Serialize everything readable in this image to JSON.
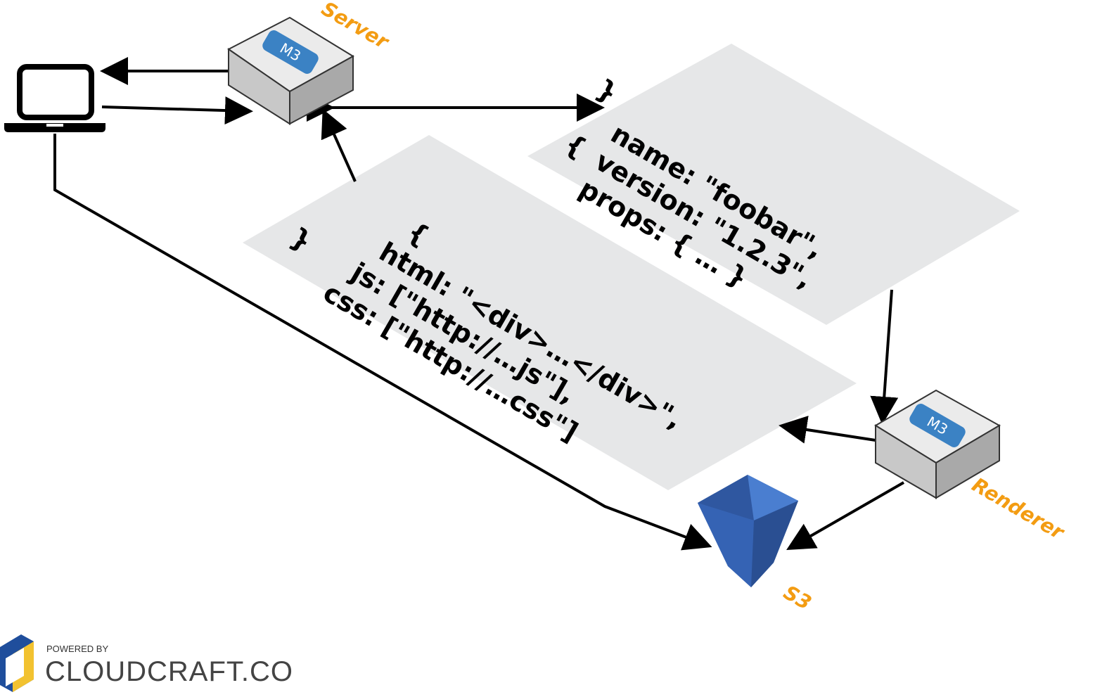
{
  "nodes": {
    "server": {
      "label": "Server",
      "chip": "M3"
    },
    "renderer": {
      "label": "Renderer",
      "chip": "M3"
    },
    "s3": {
      "label": "S3"
    }
  },
  "request_card": {
    "lines": [
      "{",
      "name: \"foobar\",",
      "version: \"1.2.3\",",
      "props: { … }",
      "}"
    ]
  },
  "response_card": {
    "lines": [
      "{",
      "html: \"<div>…</div>\",",
      "js: [\"http://…js\"],",
      "css: [\"http://…css\"]",
      "}"
    ]
  },
  "branding": {
    "powered": "POWERED BY",
    "name": "CLOUDCRAFT.CO"
  },
  "colors": {
    "label": "#f39c12",
    "chip": "#3b82c4",
    "card": "#e6e7e8",
    "bucket": "#3c6fc0"
  }
}
